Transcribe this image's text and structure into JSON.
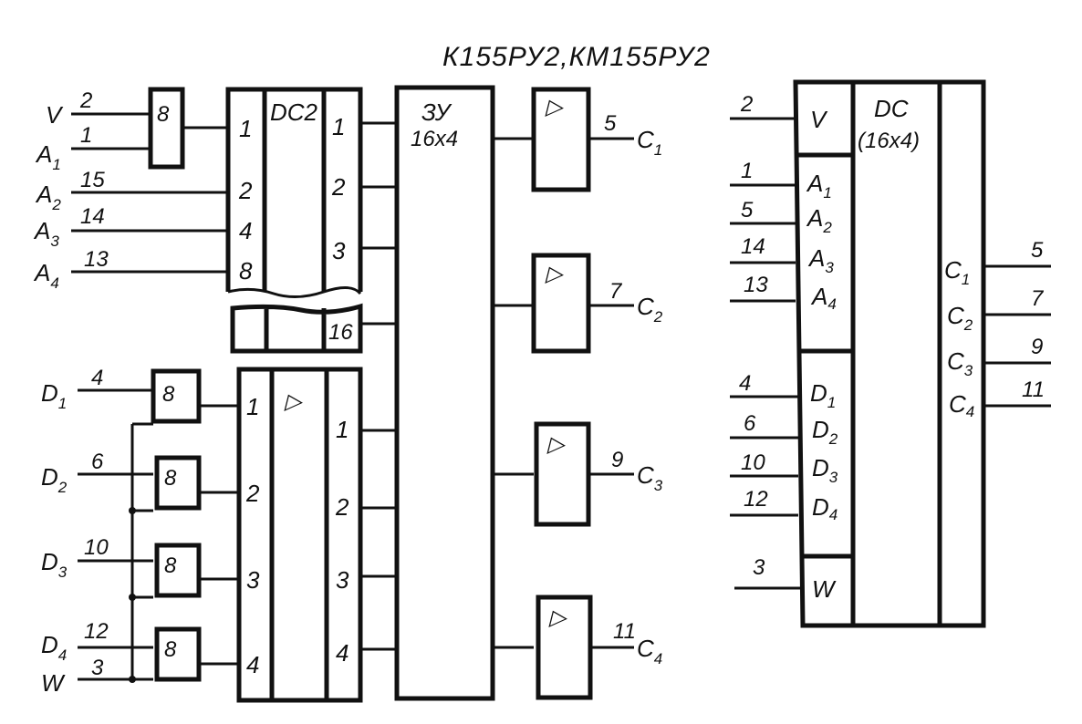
{
  "title": "К155РУ2,КМ155РУ2",
  "left": {
    "and_label": "8",
    "address_inputs": [
      {
        "name": "V",
        "sub": "",
        "pin": "2"
      },
      {
        "name": "A",
        "sub": "1",
        "pin": "1"
      },
      {
        "name": "A",
        "sub": "2",
        "pin": "15"
      },
      {
        "name": "A",
        "sub": "3",
        "pin": "14"
      },
      {
        "name": "A",
        "sub": "4",
        "pin": "13"
      }
    ],
    "decoder": {
      "label": "DC2",
      "inputs": [
        "1",
        "2",
        "4",
        "8"
      ],
      "outputs": [
        "1",
        "2",
        "3",
        "16"
      ]
    },
    "memory": {
      "label": "ЗУ",
      "size": "16x4"
    },
    "data_inputs": [
      {
        "name": "D",
        "sub": "1",
        "pin": "4"
      },
      {
        "name": "D",
        "sub": "2",
        "pin": "6"
      },
      {
        "name": "D",
        "sub": "3",
        "pin": "10"
      },
      {
        "name": "D",
        "sub": "4",
        "pin": "12"
      }
    ],
    "write": {
      "name": "W",
      "pin": "3"
    },
    "buffer": {
      "symbol": "▷",
      "inputs": [
        "1",
        "2",
        "3",
        "4"
      ],
      "outputs": [
        "1",
        "2",
        "3",
        "4"
      ]
    },
    "outputs": [
      {
        "name": "C",
        "sub": "1",
        "pin": "5"
      },
      {
        "name": "C",
        "sub": "2",
        "pin": "7"
      },
      {
        "name": "C",
        "sub": "3",
        "pin": "9"
      },
      {
        "name": "C",
        "sub": "4",
        "pin": "11"
      }
    ]
  },
  "right": {
    "label": "DC",
    "size": "(16x4)",
    "v": {
      "name": "V",
      "pin": "2"
    },
    "address": [
      {
        "name": "A",
        "sub": "1",
        "pin": "1"
      },
      {
        "name": "A",
        "sub": "2",
        "pin": "5"
      },
      {
        "name": "A",
        "sub": "3",
        "pin": "14"
      },
      {
        "name": "A",
        "sub": "4",
        "pin": "13"
      }
    ],
    "data": [
      {
        "name": "D",
        "sub": "1",
        "pin": "4"
      },
      {
        "name": "D",
        "sub": "2",
        "pin": "6"
      },
      {
        "name": "D",
        "sub": "3",
        "pin": "10"
      },
      {
        "name": "D",
        "sub": "4",
        "pin": "12"
      }
    ],
    "write": {
      "name": "W",
      "pin": "3"
    },
    "outputs": [
      {
        "name": "C",
        "sub": "1",
        "pin": "5"
      },
      {
        "name": "C",
        "sub": "2",
        "pin": "7"
      },
      {
        "name": "C",
        "sub": "3",
        "pin": "9"
      },
      {
        "name": "C",
        "sub": "4",
        "pin": "11"
      }
    ]
  }
}
